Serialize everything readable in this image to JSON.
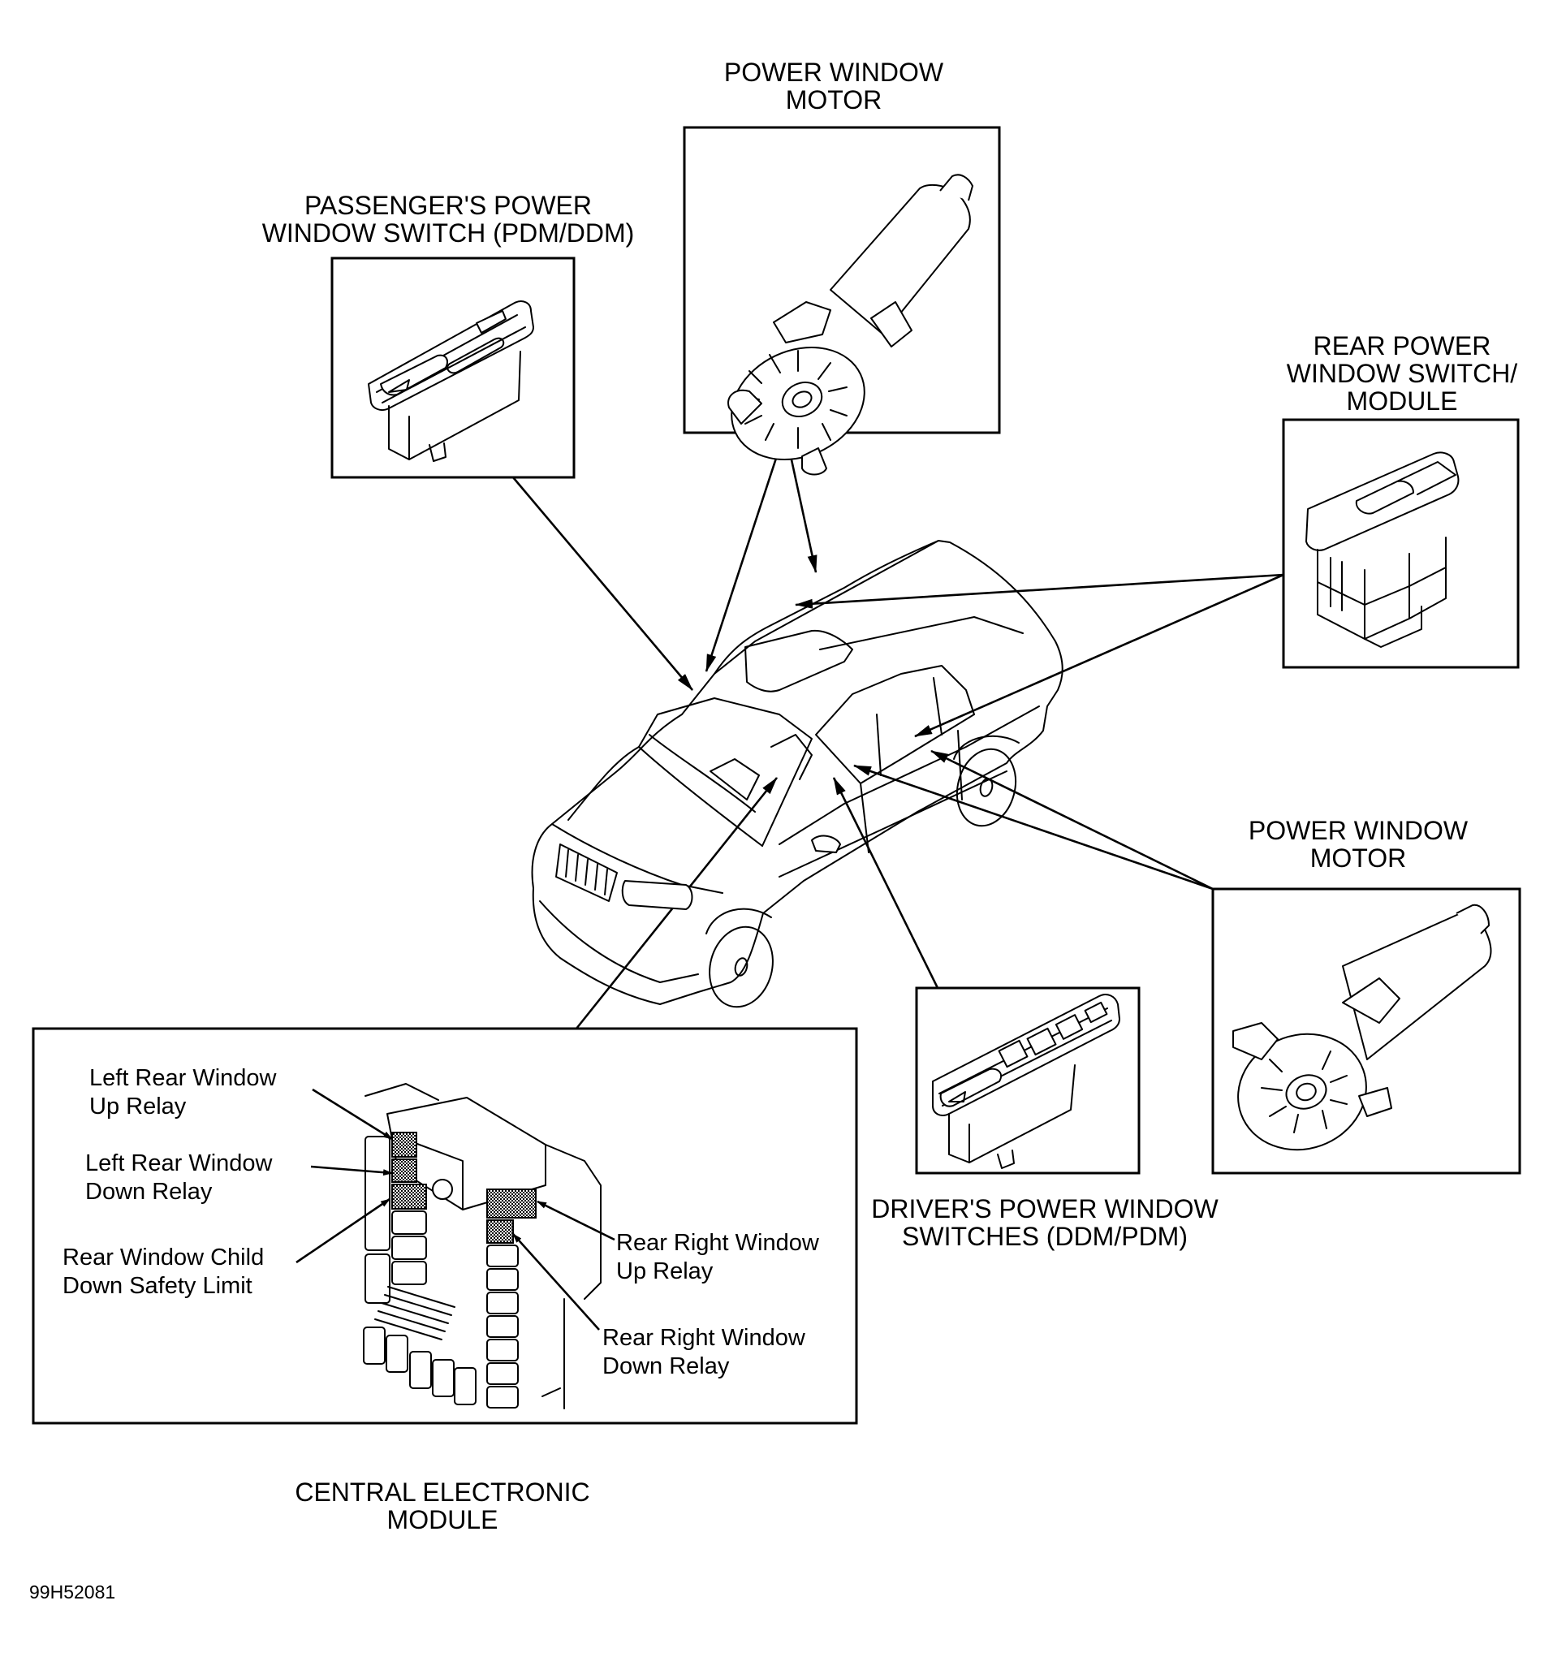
{
  "figure_id": "99H52081",
  "components": {
    "power_window_motor_front": {
      "lines": [
        "POWER WINDOW",
        "MOTOR"
      ]
    },
    "passenger_switch": {
      "lines": [
        "PASSENGER'S POWER",
        "WINDOW SWITCH (PDM/DDM)"
      ]
    },
    "rear_switch_module": {
      "lines": [
        "REAR POWER",
        "WINDOW SWITCH/",
        "MODULE"
      ]
    },
    "power_window_motor_rear": {
      "lines": [
        "POWER WINDOW",
        "MOTOR"
      ]
    },
    "driver_switches": {
      "lines": [
        "DRIVER'S POWER WINDOW",
        "SWITCHES (DDM/PDM)"
      ]
    },
    "central_electronic_module": {
      "lines": [
        "CENTRAL ELECTRONIC",
        "MODULE"
      ],
      "callouts": [
        {
          "id": "left-rear-up",
          "lines": [
            "Left Rear Window",
            "Up Relay"
          ]
        },
        {
          "id": "left-rear-down",
          "lines": [
            "Left Rear Window",
            "Down Relay"
          ]
        },
        {
          "id": "child-limit",
          "lines": [
            "Rear Window Child",
            "Down Safety Limit"
          ]
        },
        {
          "id": "rear-right-up",
          "lines": [
            "Rear Right Window",
            "Up Relay"
          ]
        },
        {
          "id": "rear-right-down",
          "lines": [
            "Rear Right Window",
            "Down Relay"
          ]
        }
      ]
    }
  }
}
